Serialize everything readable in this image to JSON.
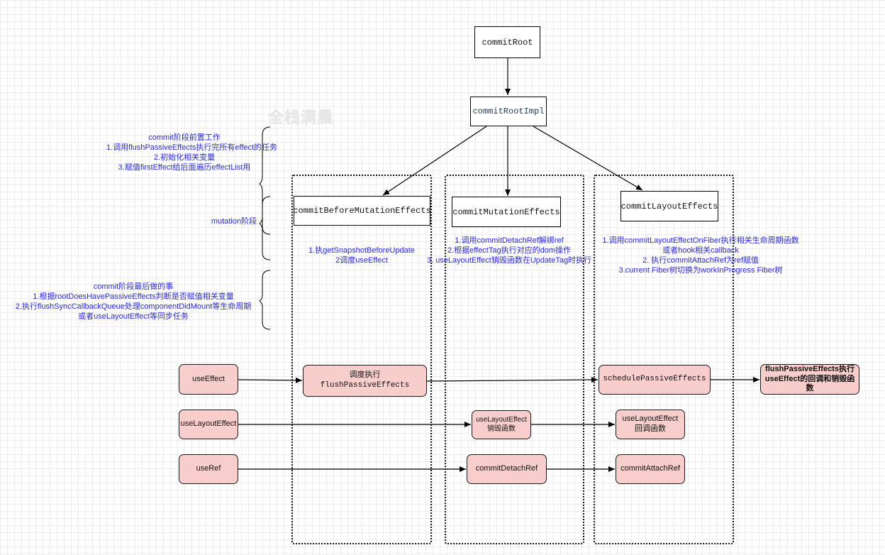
{
  "watermark": "全栈满晨",
  "nodes": {
    "commit_root": "commitRoot",
    "commit_root_impl": "commitRootImpl",
    "before_mutation": "commitBeforeMutationEffects",
    "mutation": "commitMutationEffects",
    "layout": "commitLayoutEffects",
    "use_effect": "useEffect",
    "use_layout_effect": "useLayoutEffect",
    "use_ref": "useRef",
    "schedule_flush": "调度执行flushPassiveEffects",
    "layout_destroy": "useLayoutEffect销毁函数",
    "detach_ref": "commitDetachRef",
    "schedule_passive": "schedulePassiveEffects",
    "layout_callback": "useLayoutEffect回调函数",
    "attach_ref": "commitAttachRef",
    "flush_result_1": "flushPassiveEffects执行",
    "flush_result_2": "useEffect的回调和销毁函数"
  },
  "phases": {
    "before": {
      "lines": [
        "commit阶段前置工作",
        "1.调用flushPassiveEffects执行完所有effect的任务",
        "2.初始化相关变量",
        "3.赋值firstEffect给后面遍历effectList用"
      ]
    },
    "mutation": {
      "label": "mutation阶段"
    },
    "after": {
      "lines": [
        "commit阶段最后做的事",
        "1.根据rootDoesHavePassiveEffects判断是否赋值相关变量",
        "2.执行flushSyncCallbackQueue处理componentDidMount等生命周期",
        "或者useLayoutEffect等同步任务"
      ]
    }
  },
  "notes": {
    "before_mutation": [
      "1.执getSnapshotBeforeUpdate",
      "2调度useEffect"
    ],
    "mutation": [
      "1.调用commitDetachRef解绑ref",
      "2.根据effectTag执行对应的dom操作",
      "3. useLayoutEffect销毁函数在UpdateTag时执行"
    ],
    "layout": [
      "1.调用commitLayoutEffectOnFiber执行相关生命周期函数",
      "或者hook相关callback",
      "2. 执行commitAttachRef为ref赋值",
      "3.current Fiber树切换为workInProgress Fiber树"
    ]
  },
  "colors": {
    "note_text": "#2a2ae0",
    "pink_fill": "#f8cecc",
    "stroke": "#000000"
  }
}
